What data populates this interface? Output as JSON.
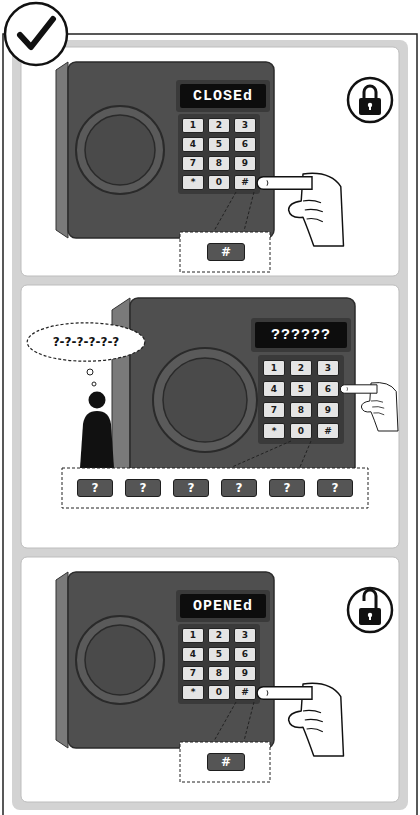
{
  "diagram": {
    "nodes": [
      {
        "text": [
          "CLOSEd"
        ]
      },
      {
        "text": [
          "#"
        ]
      },
      {
        "text": [
          "?-?-?-?-?-?"
        ]
      },
      {
        "text": [
          "??????"
        ]
      },
      {
        "text": [
          "?"
        ]
      },
      {
        "text": [
          "?"
        ]
      },
      {
        "text": [
          "?"
        ]
      },
      {
        "text": [
          "?"
        ]
      },
      {
        "text": [
          "?"
        ]
      },
      {
        "text": [
          "?"
        ]
      },
      {
        "text": [
          "OPENEd"
        ]
      },
      {
        "text": [
          "#"
        ]
      }
    ],
    "labels": [
      "1",
      "2",
      "3",
      "4",
      "5",
      "6",
      "7",
      "8",
      "9",
      "*",
      "0",
      "#",
      "1",
      "2",
      "3",
      "4",
      "5",
      "6",
      "7",
      "8",
      "9",
      "*",
      "0",
      "#",
      "1",
      "2",
      "3",
      "4",
      "5",
      "6",
      "7",
      "8",
      "9",
      "*",
      "0",
      "#"
    ]
  }
}
